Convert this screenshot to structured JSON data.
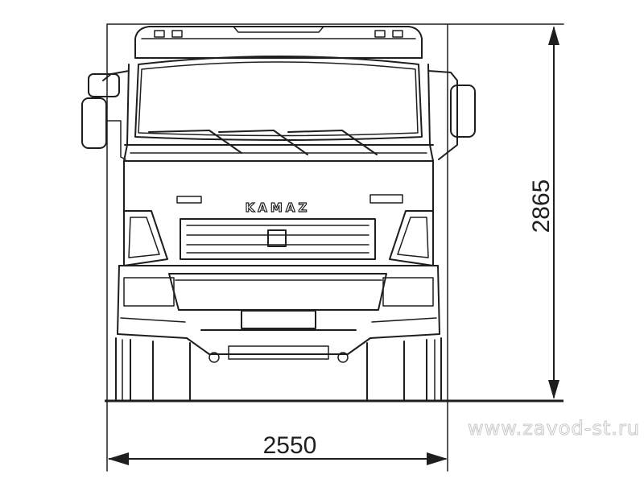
{
  "dimensions": {
    "width_label": "2550",
    "height_label": "2865"
  },
  "brand": {
    "text": "KAMAZ"
  },
  "watermark": {
    "text": "www.zavod-st.ru"
  }
}
